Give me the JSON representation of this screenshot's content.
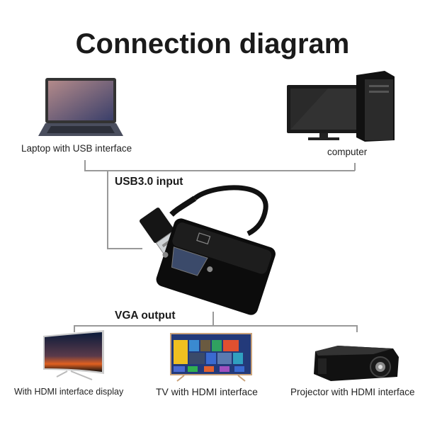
{
  "title": "Connection diagram",
  "sources": [
    {
      "label": "Laptop with USB interface",
      "icon": "laptop-icon"
    },
    {
      "label": "computer",
      "icon": "desktop-computer-icon"
    }
  ],
  "input_label": "USB3.0 input",
  "adapter_icon": "usb-to-vga-adapter",
  "output_label": "VGA output",
  "outputs": [
    {
      "label": "With HDMI interface display",
      "icon": "monitor-icon"
    },
    {
      "label": "TV with HDMI interface",
      "icon": "tv-icon"
    },
    {
      "label": "Projector with HDMI interface",
      "icon": "projector-icon"
    }
  ]
}
